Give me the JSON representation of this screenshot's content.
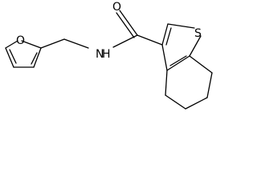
{
  "molecule": {
    "atoms": {
      "carbonyl_oxygen": "O",
      "furan_oxygen": "O",
      "amide_nitrogen": "N",
      "amide_hydrogen": "H",
      "thiophene_sulfur": "S"
    }
  }
}
